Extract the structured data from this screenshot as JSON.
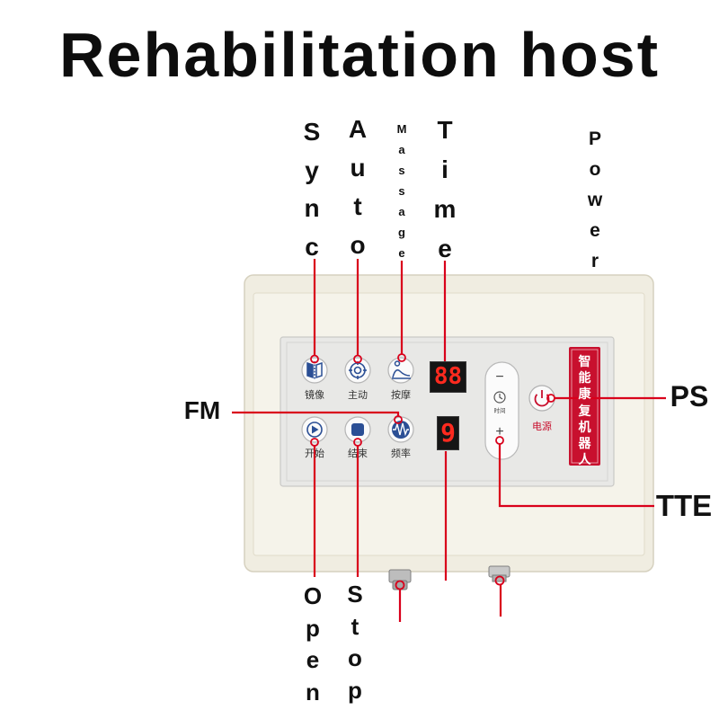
{
  "title": "Rehabilitation host",
  "callouts": {
    "sync": "Sync",
    "auto": "Auto",
    "massage": "Massage",
    "time": "Time",
    "power": "Power",
    "fm": "FM",
    "ps": "PS",
    "tte": "TTE",
    "open": "Open",
    "stop": "Stop"
  },
  "panel": {
    "buttons": [
      {
        "label": "镜像",
        "icon": "mirror-icon"
      },
      {
        "label": "主动",
        "icon": "target-icon"
      },
      {
        "label": "按摩",
        "icon": "massage-icon"
      },
      {
        "label": "开始",
        "icon": "play-icon"
      },
      {
        "label": "结束",
        "icon": "stop-icon"
      },
      {
        "label": "频率",
        "icon": "wave-icon"
      }
    ],
    "time_display": "88",
    "level_display": "9",
    "time_control": {
      "minus": "−",
      "icon": "clock-icon",
      "label": "时间",
      "plus": "+"
    },
    "power_button": {
      "icon": "power-icon",
      "label": "电源"
    },
    "brand_strip": "智能康复机器人"
  },
  "colors": {
    "callout": "#d9001b",
    "brand_strip": "#c8102e",
    "button_icon": "#2b4f95",
    "display_digits": "#ff2a1f",
    "device_body": "#f0ede1"
  }
}
